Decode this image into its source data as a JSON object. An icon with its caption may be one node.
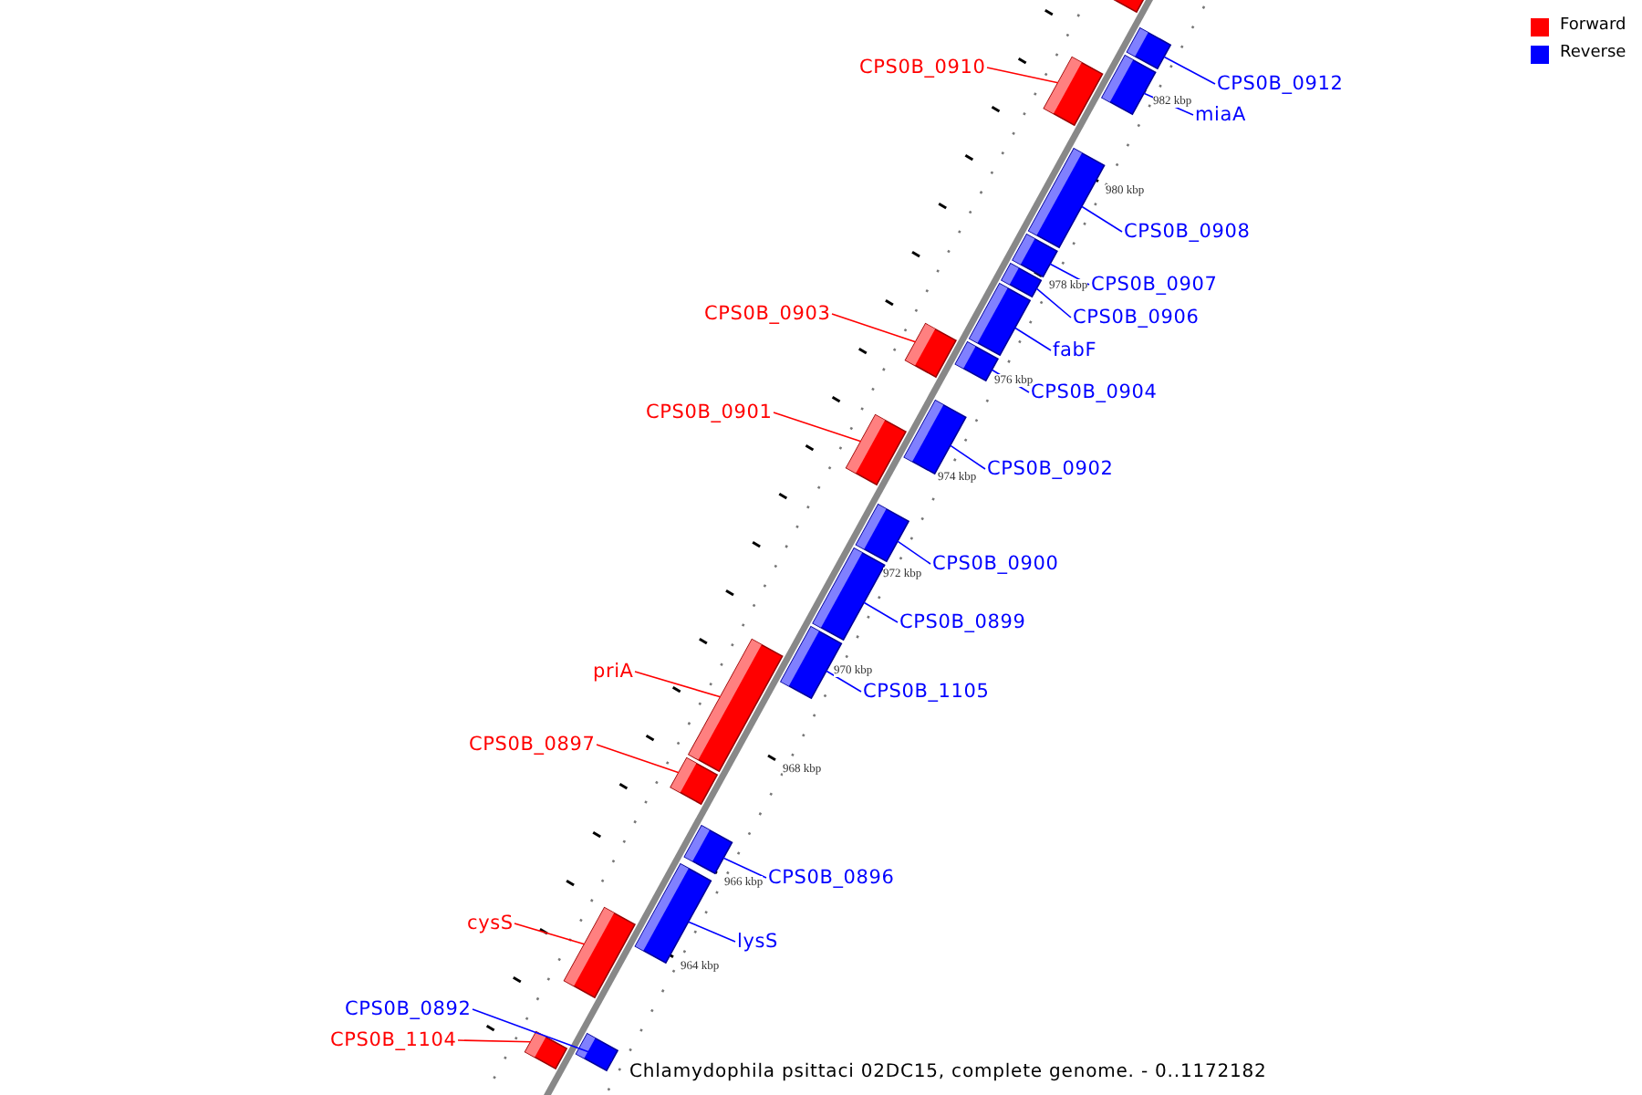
{
  "diagram": {
    "caption": "Chlamydophila psittaci 02DC15, complete genome. - 0..1172182",
    "nodes": [
      {
        "text": [],
        "shape": "bar"
      },
      {
        "text": [
          "CPS0B_0910"
        ]
      },
      {
        "text": [],
        "shape": "bar"
      },
      {
        "text": [
          "CPS0B_0912"
        ]
      },
      {
        "text": [],
        "shape": "bar"
      },
      {
        "text": [
          "miaA"
        ]
      },
      {
        "text": [],
        "shape": "bar"
      },
      {
        "text": [
          "CPS0B_0908"
        ]
      },
      {
        "text": [],
        "shape": "bar"
      },
      {
        "text": [
          "CPS0B_0907"
        ]
      },
      {
        "text": [],
        "shape": "bar"
      },
      {
        "text": [
          "CPS0B_0906"
        ]
      },
      {
        "text": [],
        "shape": "bar"
      },
      {
        "text": [
          "fabF"
        ]
      },
      {
        "text": [],
        "shape": "bar"
      },
      {
        "text": [
          "CPS0B_0903"
        ]
      },
      {
        "text": [],
        "shape": "bar"
      },
      {
        "text": [
          "CPS0B_0904"
        ]
      },
      {
        "text": [],
        "shape": "bar"
      },
      {
        "text": [
          "CPS0B_0901"
        ]
      },
      {
        "text": [],
        "shape": "bar"
      },
      {
        "text": [
          "CPS0B_0902"
        ]
      },
      {
        "text": [],
        "shape": "bar"
      },
      {
        "text": [
          "CPS0B_0900"
        ]
      },
      {
        "text": [],
        "shape": "bar"
      },
      {
        "text": [
          "CPS0B_0899"
        ]
      },
      {
        "text": [],
        "shape": "bar"
      },
      {
        "text": [
          "priA"
        ]
      },
      {
        "text": [],
        "shape": "bar"
      },
      {
        "text": [
          "CPS0B_1105"
        ]
      },
      {
        "text": [],
        "shape": "bar"
      },
      {
        "text": [
          "CPS0B_0897"
        ]
      },
      {
        "text": [],
        "shape": "bar"
      },
      {
        "text": [
          "CPS0B_0896"
        ]
      },
      {
        "text": [],
        "shape": "bar"
      },
      {
        "text": [
          "cysS"
        ]
      },
      {
        "text": [],
        "shape": "bar"
      },
      {
        "text": [
          "lysS"
        ]
      },
      {
        "text": [],
        "shape": "bar"
      },
      {
        "text": [
          "CPS0B_0892"
        ]
      },
      {
        "text": [],
        "shape": "bar"
      },
      {
        "text": [
          "CPS0B_1104"
        ]
      },
      {
        "text": [],
        "shape": "bar"
      }
    ],
    "edges": [
      {
        "from": 1,
        "to": 2,
        "arrow": "none",
        "color": "#ff0000"
      },
      {
        "from": 3,
        "to": 4,
        "arrow": "none"
      },
      {
        "from": 5,
        "to": 6,
        "arrow": "none"
      },
      {
        "from": 7,
        "to": 8,
        "arrow": "none"
      },
      {
        "from": 9,
        "to": 10,
        "arrow": "none"
      },
      {
        "from": 11,
        "to": 12,
        "arrow": "none"
      },
      {
        "from": 13,
        "to": 14,
        "arrow": "none"
      },
      {
        "from": 15,
        "to": 16,
        "arrow": "none",
        "color": "#ff0000"
      },
      {
        "from": 17,
        "to": 18,
        "arrow": "none"
      },
      {
        "from": 19,
        "to": 20,
        "arrow": "none",
        "color": "#ff0000"
      },
      {
        "from": 21,
        "to": 22,
        "arrow": "none"
      },
      {
        "from": 23,
        "to": 24,
        "arrow": "none"
      },
      {
        "from": 25,
        "to": 26,
        "arrow": "none"
      },
      {
        "from": 27,
        "to": 28,
        "arrow": "none",
        "color": "#ff0000"
      },
      {
        "from": 29,
        "to": 30,
        "arrow": "none"
      },
      {
        "from": 31,
        "to": 32,
        "arrow": "none",
        "color": "#ff0000"
      },
      {
        "from": 33,
        "to": 34,
        "arrow": "none"
      },
      {
        "from": 35,
        "to": 36,
        "arrow": "none",
        "color": "#ff0000"
      },
      {
        "from": 37,
        "to": 38,
        "arrow": "none"
      },
      {
        "from": 39,
        "to": 40,
        "arrow": "none"
      },
      {
        "from": 41,
        "to": 42,
        "arrow": "none",
        "color": "#ff0000"
      }
    ],
    "labels": [
      "982 kbp",
      "980 kbp",
      "978 kbp",
      "976 kbp",
      "974 kbp",
      "972 kbp",
      "970 kbp",
      "968 kbp",
      "966 kbp",
      "964 kbp"
    ],
    "legend": [
      {
        "text": "Forward",
        "color": "#ff0000"
      },
      {
        "text": "Reverse",
        "color": "#0000ff"
      }
    ]
  }
}
